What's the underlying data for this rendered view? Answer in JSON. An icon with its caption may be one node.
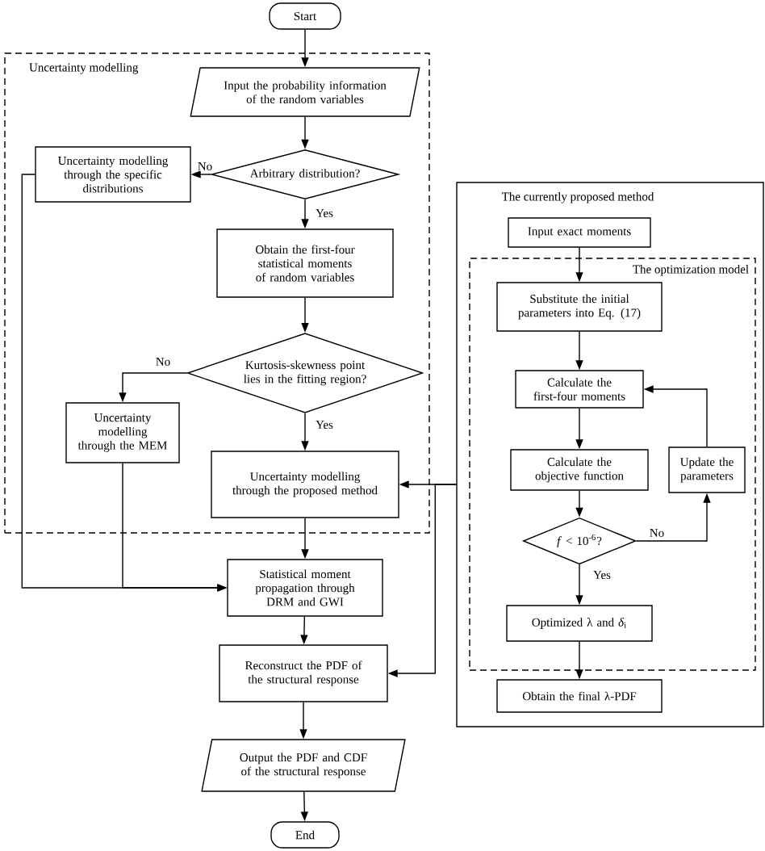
{
  "diagram": {
    "nodes": [
      {
        "text": [
          "Start"
        ]
      },
      {
        "text": [
          "Uncertainty modelling"
        ]
      },
      {
        "text": [
          "Input the probability information of the random variables"
        ],
        "in": 1
      },
      {
        "text": [
          "Arbitrary distribution?"
        ],
        "in": 1
      },
      {
        "text": [
          "Uncertainty modelling through the specific distributions"
        ],
        "in": 1
      },
      {
        "text": [
          "Obtain the first-four statistical moments of random variables"
        ],
        "in": 1
      },
      {
        "text": [
          "Kurtosis-skewness point lies in the fitting region?"
        ],
        "in": 1
      },
      {
        "text": [
          "Uncertainty modelling through the MEM"
        ],
        "in": 1
      },
      {
        "text": [
          "Uncertainty modelling through the proposed method"
        ],
        "in": 1
      },
      {
        "text": [
          "Statistical moment propagation through DRM and GWI"
        ]
      },
      {
        "text": [
          "Reconstruct the PDF of the structural response"
        ]
      },
      {
        "text": [
          "Output the PDF and CDF of the structural response"
        ]
      },
      {
        "text": [
          "End"
        ]
      },
      {
        "text": [
          "The currently proposed method"
        ]
      },
      {
        "text": [
          "Input exact moments"
        ],
        "in": 13
      },
      {
        "text": [
          "The optimization model"
        ],
        "in": 13
      },
      {
        "text": [
          "Substitute the initial parameters into Eq. (17)"
        ],
        "in": 15
      },
      {
        "text": [
          "Calculate the first-four moments"
        ],
        "in": 15
      },
      {
        "text": [
          "Calculate the objective function"
        ],
        "in": 15
      },
      {
        "text": [
          "Update the parameters"
        ],
        "in": 15
      },
      {
        "text": [
          "*f* < 10$^{-6}$?"
        ],
        "in": 15
      },
      {
        "text": [
          "Optimized λ and *δ*$_{i}$"
        ],
        "in": 15
      },
      {
        "text": [
          "Obtain the final λ-PDF"
        ],
        "in": 13
      }
    ],
    "edges": [
      {
        "from": 0,
        "to": 2,
        "arrow": "to"
      },
      {
        "from": 2,
        "to": 3,
        "arrow": "to"
      },
      {
        "from": 3,
        "to": 4,
        "arrow": "to",
        "label": "No"
      },
      {
        "from": 3,
        "to": 5,
        "arrow": "to",
        "label": "Yes"
      },
      {
        "from": 5,
        "to": 6,
        "arrow": "to"
      },
      {
        "from": 6,
        "to": 7,
        "arrow": "to",
        "label": "No"
      },
      {
        "from": 6,
        "to": 8,
        "arrow": "to",
        "label": "Yes"
      },
      {
        "from": 4,
        "to": 9,
        "arrow": "to"
      },
      {
        "from": 7,
        "to": 9,
        "arrow": "to"
      },
      {
        "from": 8,
        "to": 9,
        "arrow": "to"
      },
      {
        "from": 9,
        "to": 10,
        "arrow": "to"
      },
      {
        "from": 10,
        "to": 11,
        "arrow": "to"
      },
      {
        "from": 11,
        "to": 12,
        "arrow": "to"
      },
      {
        "from": 13,
        "to": 8,
        "arrow": "to"
      },
      {
        "from": 13,
        "to": 10,
        "arrow": "to"
      },
      {
        "from": 14,
        "to": 16,
        "arrow": "to"
      },
      {
        "from": 16,
        "to": 17,
        "arrow": "to"
      },
      {
        "from": 17,
        "to": 18,
        "arrow": "to"
      },
      {
        "from": 18,
        "to": 20,
        "arrow": "to"
      },
      {
        "from": 20,
        "to": 19,
        "arrow": "to",
        "label": "No"
      },
      {
        "from": 19,
        "to": 17,
        "arrow": "to"
      },
      {
        "from": 20,
        "to": 21,
        "arrow": "to",
        "label": "Yes"
      },
      {
        "from": 21,
        "to": 22,
        "arrow": "to"
      }
    ]
  }
}
